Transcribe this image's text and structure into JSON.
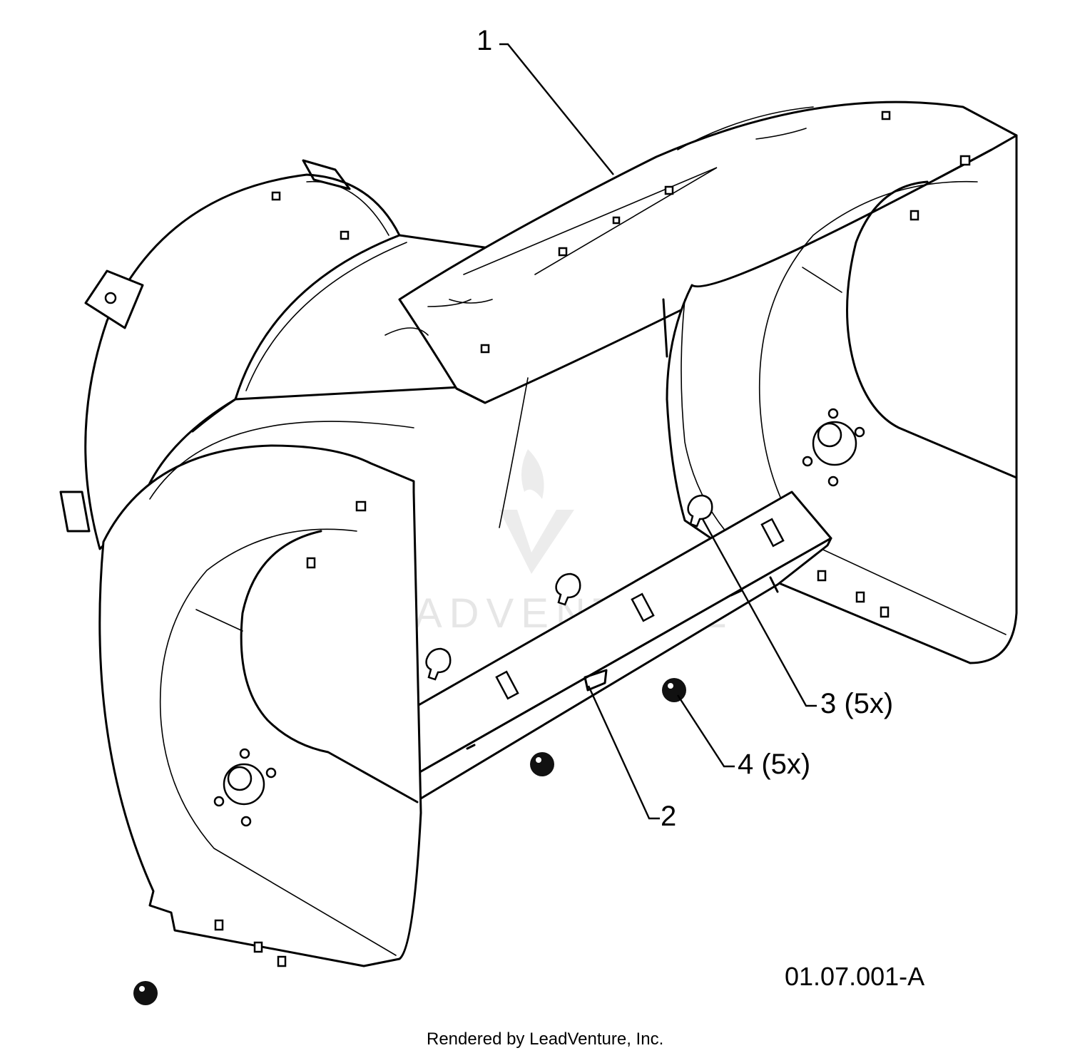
{
  "diagram": {
    "callouts": [
      {
        "id": "1",
        "label": "1"
      },
      {
        "id": "2",
        "label": "2"
      },
      {
        "id": "3",
        "label": "3 (5x)"
      },
      {
        "id": "4",
        "label": "4 (5x)"
      }
    ],
    "drawing_code": "01.07.001-A",
    "watermark": "LEADVENTURE",
    "credit": "Rendered by LeadVenture, Inc."
  }
}
